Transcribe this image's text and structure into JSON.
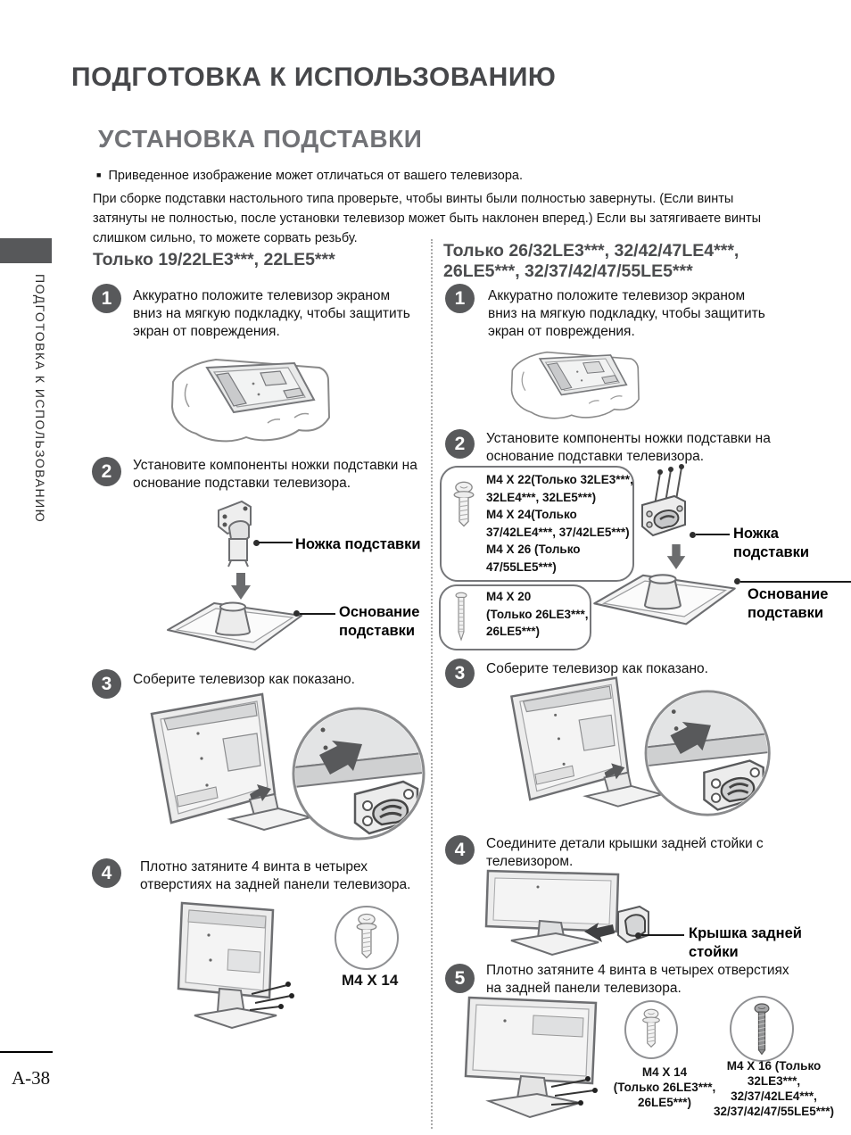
{
  "page": {
    "main_title": "ПОДГОТОВКА К ИСПОЛЬЗОВАНИЮ",
    "section_title": "УСТАНОВКА ПОДСТАВКИ",
    "note": "Приведенное изображение может отличаться от вашего телевизора.",
    "intro": "При сборке подставки настольного типа проверьте, чтобы винты были полностью завернуты. (Если винты затянуты не полностью, после установки телевизор может быть наклонен вперед.) Если вы затягиваете винты слишком сильно, то можете сорвать резьбу.",
    "sidebar_label": "ПОДГОТОВКА К ИСПОЛЬЗОВАНИЮ",
    "page_number": "A-38"
  },
  "colors": {
    "step_circle": "#58595b",
    "sidebar_tab": "#57585a",
    "section_title_gray": "#717276",
    "heading_gray": "#4b4c4e",
    "box_border": "#76777a"
  },
  "left_column": {
    "heading": "Только 19/22LE3***, 22LE5***",
    "step1": {
      "num": "1",
      "text": "Аккуратно положите телевизор экраном вниз на мягкую подкладку, чтобы защитить экран от повреждения."
    },
    "step2": {
      "num": "2",
      "text": "Установите компоненты ножки подставки на основание подставки телевизора."
    },
    "step3": {
      "num": "3",
      "text": "Соберите телевизор как показано."
    },
    "step4": {
      "num": "4",
      "text": "Плотно затяните 4 винта в четырех отверстиях на задней панели телевизора."
    },
    "label_stand_leg": "Ножка подставки",
    "label_stand_base": [
      "Основание",
      "подставки"
    ],
    "screw_label": "M4 X 14"
  },
  "right_column": {
    "heading": [
      "Только 26/32LE3***, 32/42/47LE4***,",
      "26LE5***, 32/37/42/47/55LE5***"
    ],
    "step1": {
      "num": "1",
      "text": "Аккуратно положите телевизор экраном вниз на мягкую подкладку, чтобы защитить экран от повреждения."
    },
    "step2": {
      "num": "2",
      "text": "Установите компоненты ножки подставки на основание подставки телевизора."
    },
    "step3": {
      "num": "3",
      "text": "Соберите телевизор как показано."
    },
    "step4": {
      "num": "4",
      "text": "Соедините детали крышки задней стойки с телевизором."
    },
    "step5": {
      "num": "5",
      "text": "Плотно затяните 4 винта в четырех отверстиях на задней панели телевизора."
    },
    "screw_box1": [
      "M4 X 22(Только  32LE3***,",
      "32LE4***, 32LE5***)",
      "M4 X 24(Только",
      "37/42LE4***, 37/42LE5***)",
      "M4 X 26 (Только",
      "47/55LE5***)"
    ],
    "screw_box2": [
      "M4 X 20",
      "(Только 26LE3***,",
      "26LE5***)"
    ],
    "label_stand_leg": [
      "Ножка",
      "подставки"
    ],
    "label_stand_base": [
      "Основание",
      "подставки"
    ],
    "label_back_cover": [
      "Крышка задней",
      "стойки"
    ],
    "screw_m4x14": [
      "M4 X 14",
      "(Только 26LE3***,",
      "26LE5***)"
    ],
    "screw_m4x16": [
      "M4 X 16 (Только",
      "32LE3***,",
      "32/37/42LE4***,",
      "32/37/42/47/55LE5***)"
    ]
  }
}
